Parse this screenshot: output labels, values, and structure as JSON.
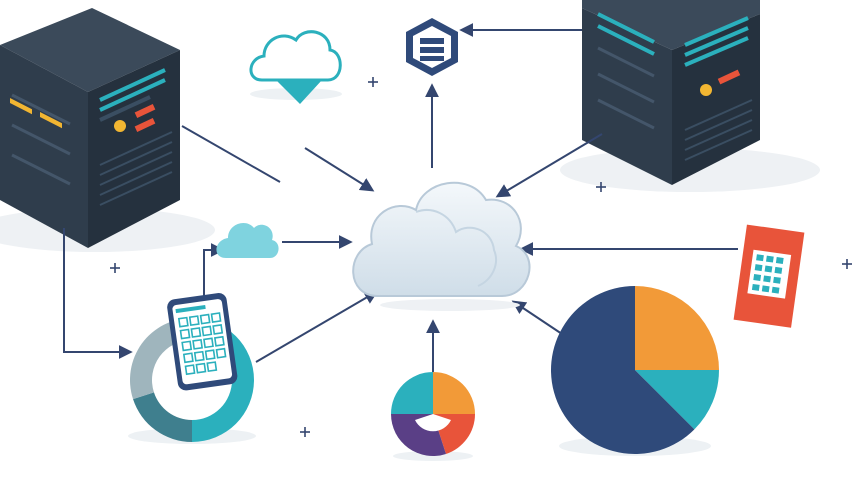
{
  "palette": {
    "navy": "#2f4a7a",
    "dark_slate": "#2f3d4c",
    "teal": "#2bb0bd",
    "orange": "#f29a38",
    "red": "#e8543a",
    "purple": "#5a3f86",
    "light_teal": "#7fd3df",
    "cloud": "#dfe9f1",
    "arrow": "#34466f"
  },
  "icons": [
    "server-rack-icon",
    "cloud-icon",
    "database-hexagon-icon",
    "calendar-tablet-icon",
    "calendar-grid-icon",
    "pie-chart-icon",
    "donut-chart-icon",
    "plus-icon"
  ],
  "large_pie_chart": {
    "slices": [
      {
        "color": "#2f4a7a",
        "fraction": 0.625
      },
      {
        "color": "#f29a38",
        "fraction": 0.25
      },
      {
        "color": "#2bb0bd",
        "fraction": 0.125
      }
    ]
  },
  "small_pie_chart": {
    "slices": [
      {
        "color": "#f29a38",
        "fraction": 0.25
      },
      {
        "color": "#e8543a",
        "fraction": 0.2
      },
      {
        "color": "#5a3f86",
        "fraction": 0.3
      },
      {
        "color": "#2bb0bd",
        "fraction": 0.25
      }
    ]
  },
  "ring_chart": {
    "segments": [
      {
        "color": "#2bb0bd",
        "fraction": 0.5
      },
      {
        "color": "#3f7f8e",
        "fraction": 0.2
      },
      {
        "color": "#9fb5bd",
        "fraction": 0.3
      }
    ]
  }
}
